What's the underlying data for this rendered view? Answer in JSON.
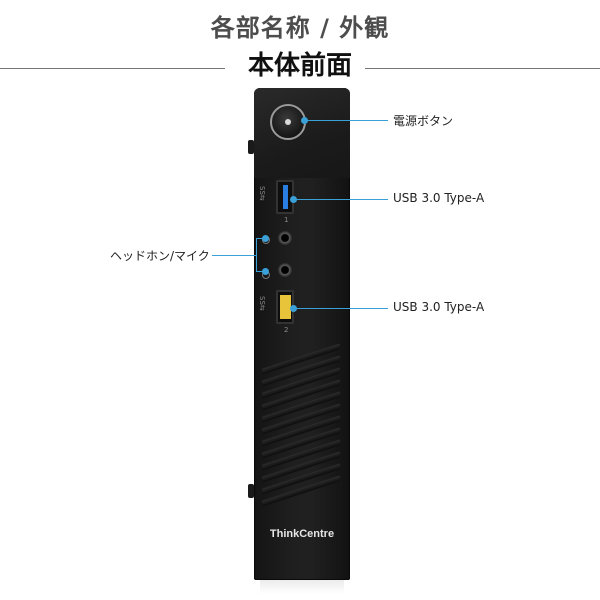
{
  "header": {
    "title": "各部名称 / 外観",
    "section": "本体前面"
  },
  "device": {
    "brand": "ThinkCentre",
    "usb_mark": "SS⇆",
    "port1_number": "1",
    "port2_number": "2"
  },
  "labels": {
    "power_button": "電源ボタン",
    "usb_top": "USB 3.0 Type-A",
    "usb_bottom": "USB 3.0 Type-A",
    "audio": "ヘッドホン/マイク"
  },
  "colors": {
    "callout": "#3aa0d8",
    "usb_blue": "#2a7de1",
    "usb_yellow": "#e8c43a"
  }
}
